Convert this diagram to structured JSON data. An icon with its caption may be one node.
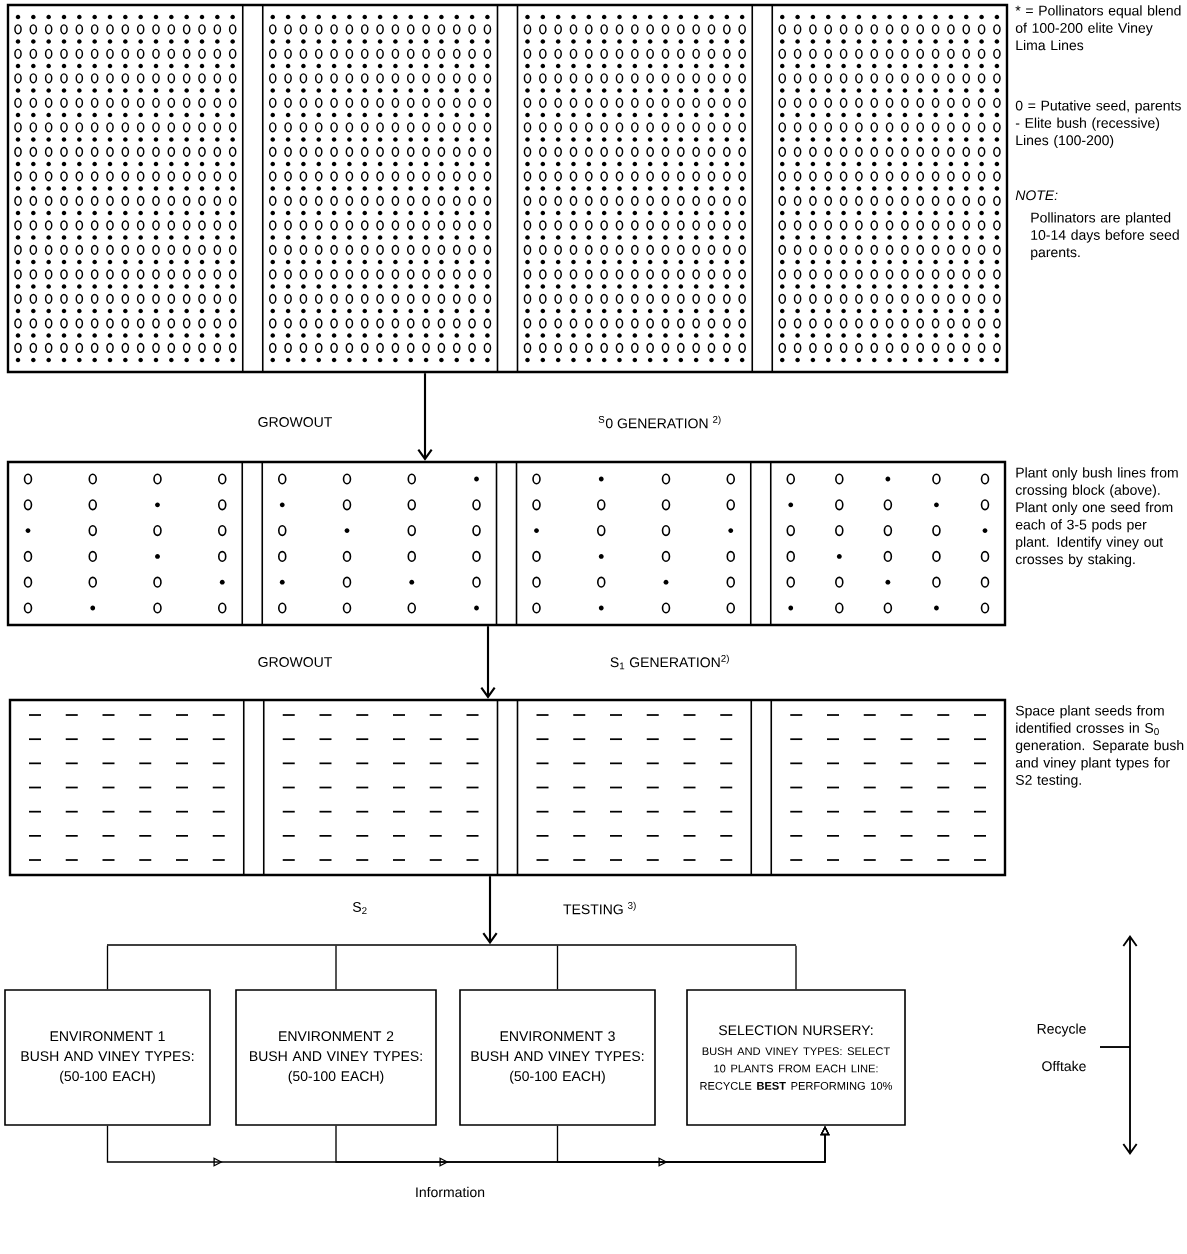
{
  "diagram": {
    "nodes": [
      {
        "text": [],
        "shape": "box",
        "beside": [
          "* = Pollinators equal blend of 100-200 elite Viney Lima Lines",
          "0 = Putative seed, parents - Elite bush (recessive) Lines (100-200)",
          "NOTE:",
          "Pollinators are planted 10-14 days before seed parents."
        ]
      },
      {
        "text": [],
        "shape": "box",
        "beside": [
          "Plant only bush lines from crossing block (above). Plant only one seed from each of 3-5 pods per plant. Identify viney out crosses by staking."
        ]
      },
      {
        "text": [],
        "shape": "box",
        "beside": [
          "Space plant seeds from identified crosses in S$_{0}$ generation. Separate bush and viney plant types for S2 testing."
        ]
      },
      {
        "text": [],
        "shape": "bar"
      },
      {
        "text": [
          "ENVIRONMENT 1",
          "BUSH AND VINEY TYPES:",
          "(50-100 EACH)"
        ]
      },
      {
        "text": [
          "ENVIRONMENT 2",
          "BUSH AND VINEY TYPES:",
          "(50-100 EACH)"
        ]
      },
      {
        "text": [
          "ENVIRONMENT 3",
          "BUSH AND VINEY TYPES:",
          "(50-100 EACH)"
        ]
      },
      {
        "text": [
          "SELECTION NURSERY:",
          "BUSH AND VINEY TYPES: SELECT 10 PLANTS FROM EACH LINE: RECYCLE **BEST** PERFORMING 10%"
        ]
      }
    ],
    "edges": [
      {
        "from": 0,
        "to": 1,
        "arrow": "to"
      },
      {
        "from": 1,
        "to": 2,
        "arrow": "to"
      },
      {
        "from": 2,
        "to": 3,
        "arrow": "to"
      },
      {
        "from": 3,
        "to": 4,
        "arrow": "none"
      },
      {
        "from": 3,
        "to": 5,
        "arrow": "none"
      },
      {
        "from": 3,
        "to": 6,
        "arrow": "none"
      },
      {
        "from": 3,
        "to": 7,
        "arrow": "none"
      },
      {
        "from": 4,
        "to": 7,
        "arrow": "to"
      },
      {
        "from": 5,
        "to": 7,
        "arrow": "to",
        "label": "Information"
      },
      {
        "from": 6,
        "to": 7,
        "arrow": "to"
      }
    ],
    "labels": [
      "GROWOUT",
      "$^{S}$0 GENERATION $^{2)}$",
      "GROWOUT",
      "S$_{1}$ GENERATION$^{2)}$",
      "S$_{2}$",
      "TESTING $^{3)}$",
      "Recycle",
      "Offtake"
    ]
  }
}
